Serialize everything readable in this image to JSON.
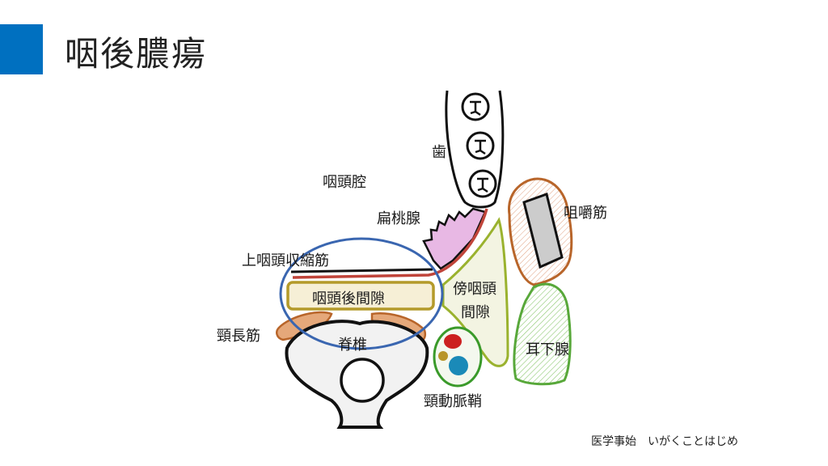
{
  "slide": {
    "title": "咽後膿瘍",
    "accent_color": "#0070c0",
    "credit": "医学事始　いがくことはじめ"
  },
  "diagram": {
    "labels": {
      "teeth": "歯",
      "pharyngeal_cavity": "咽頭腔",
      "tonsil": "扁桃腺",
      "superior_constrictor": "上咽頭収縮筋",
      "retropharyngeal_space": "咽頭後間隙",
      "parapharyngeal_1": "傍咽頭",
      "parapharyngeal_2": "間隙",
      "masticator": "咀嚼筋",
      "longus_colli": "頸長筋",
      "vertebra": "脊椎",
      "parotid": "耳下腺",
      "carotid_sheath": "頸動脈鞘"
    },
    "colors": {
      "highlight_ellipse": "#3a66b0",
      "constrictor": "#c0443a",
      "retropharyngeal": "#b49a2a",
      "parapharyngeal": "#9ab22e",
      "muscle": "#b8652a",
      "parotid": "#58a83a",
      "tonsil": "#d98ad0",
      "artery": "#cc2020",
      "vein": "#1a8ab8",
      "nerve": "#b8962a"
    }
  }
}
